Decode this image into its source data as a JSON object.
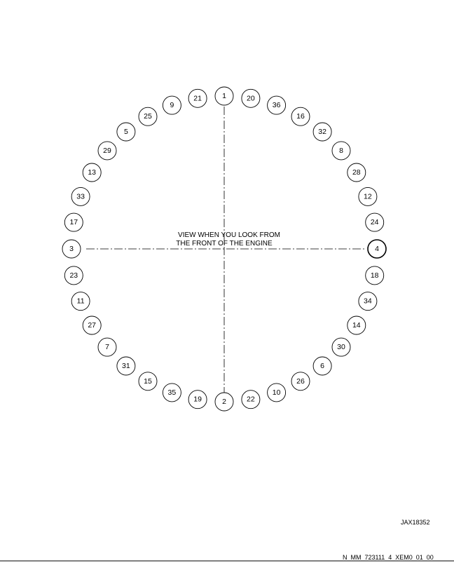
{
  "view_note": {
    "line1": "VIEW WHEN YOU LOOK FROM",
    "line2": "THE FRONT OF THE ENGINE"
  },
  "drawing_ref": "JAX18352",
  "sheet_ref": "N_MM_723111_4_XEM0_01_00",
  "bolt_sequence": [
    "1",
    "20",
    "36",
    "16",
    "32",
    "8",
    "28",
    "12",
    "24",
    "4",
    "18",
    "34",
    "14",
    "30",
    "6",
    "26",
    "10",
    "22",
    "2",
    "19",
    "35",
    "15",
    "31",
    "7",
    "27",
    "11",
    "23",
    "3",
    "17",
    "33",
    "13",
    "29",
    "5",
    "25",
    "9",
    "21"
  ],
  "highlighted_bolt": "4"
}
